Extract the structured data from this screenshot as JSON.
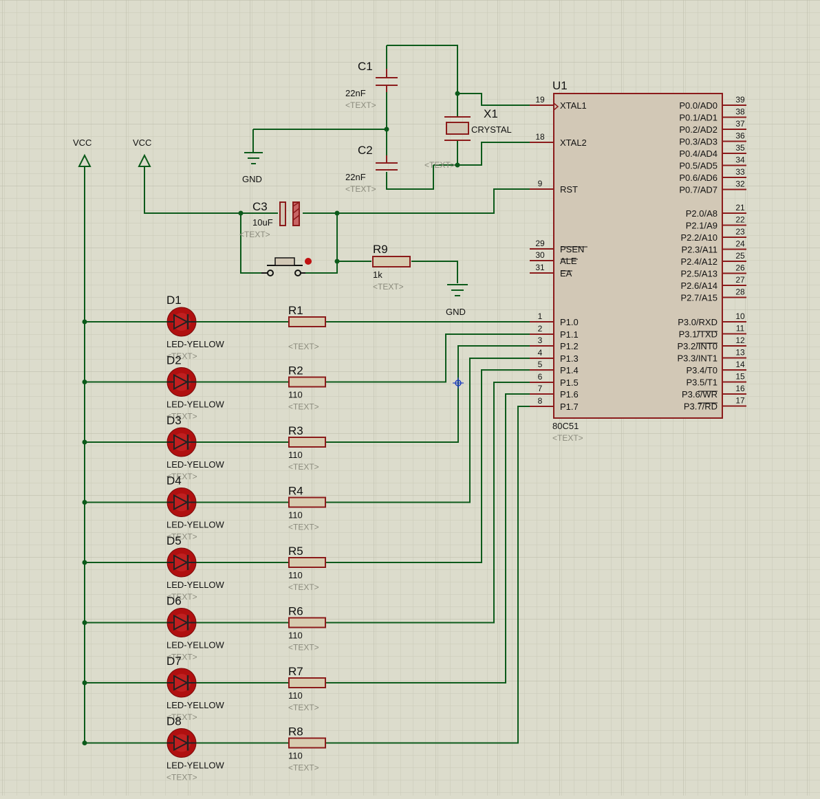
{
  "mcu": {
    "ref": "U1",
    "part": "80C51",
    "text": "<TEXT>",
    "left_pins": [
      {
        "num": "19",
        "name": "XTAL1"
      },
      {
        "num": "18",
        "name": "XTAL2"
      },
      {
        "num": "9",
        "name": "RST"
      },
      {
        "num": "29",
        "name": "PSEN"
      },
      {
        "num": "30",
        "name": "ALE"
      },
      {
        "num": "31",
        "name": "EA"
      },
      {
        "num": "1",
        "name": "P1.0"
      },
      {
        "num": "2",
        "name": "P1.1"
      },
      {
        "num": "3",
        "name": "P1.2"
      },
      {
        "num": "4",
        "name": "P1.3"
      },
      {
        "num": "5",
        "name": "P1.4"
      },
      {
        "num": "6",
        "name": "P1.5"
      },
      {
        "num": "7",
        "name": "P1.6"
      },
      {
        "num": "8",
        "name": "P1.7"
      }
    ],
    "right_pins": [
      {
        "num": "39",
        "name": "P0.0/AD0"
      },
      {
        "num": "38",
        "name": "P0.1/AD1"
      },
      {
        "num": "37",
        "name": "P0.2/AD2"
      },
      {
        "num": "36",
        "name": "P0.3/AD3"
      },
      {
        "num": "35",
        "name": "P0.4/AD4"
      },
      {
        "num": "34",
        "name": "P0.5/AD5"
      },
      {
        "num": "33",
        "name": "P0.6/AD6"
      },
      {
        "num": "32",
        "name": "P0.7/AD7"
      },
      {
        "num": "21",
        "name": "P2.0/A8"
      },
      {
        "num": "22",
        "name": "P2.1/A9"
      },
      {
        "num": "23",
        "name": "P2.2/A10"
      },
      {
        "num": "24",
        "name": "P2.3/A11"
      },
      {
        "num": "25",
        "name": "P2.4/A12"
      },
      {
        "num": "26",
        "name": "P2.5/A13"
      },
      {
        "num": "27",
        "name": "P2.6/A14"
      },
      {
        "num": "28",
        "name": "P2.7/A15"
      },
      {
        "num": "10",
        "name": "P3.0/RXD"
      },
      {
        "num": "11",
        "name": "P3.1/TXD"
      },
      {
        "num": "12",
        "name": "P3.2/INT0"
      },
      {
        "num": "13",
        "name": "P3.3/INT1"
      },
      {
        "num": "14",
        "name": "P3.4/T0"
      },
      {
        "num": "15",
        "name": "P3.5/T1"
      },
      {
        "num": "16",
        "name": "P3.6/WR"
      },
      {
        "num": "17",
        "name": "P3.7/RD"
      }
    ]
  },
  "c1": {
    "ref": "C1",
    "value": "22nF",
    "text": "<TEXT>"
  },
  "c2": {
    "ref": "C2",
    "value": "22nF",
    "text": "<TEXT>"
  },
  "c3": {
    "ref": "C3",
    "value": "10uF",
    "text": "<TEXT>"
  },
  "x1": {
    "ref": "X1",
    "value": "CRYSTAL",
    "text": "<TEXT>"
  },
  "r9": {
    "ref": "R9",
    "value": "1k",
    "text": "<TEXT>"
  },
  "gnd1": "GND",
  "gnd2": "GND",
  "vcc1": "VCC",
  "vcc2": "VCC",
  "leds": [
    {
      "ref": "D1",
      "value": "LED-YELLOW",
      "text": "<TEXT>"
    },
    {
      "ref": "D2",
      "value": "LED-YELLOW",
      "text": "<TEXT>"
    },
    {
      "ref": "D3",
      "value": "LED-YELLOW",
      "text": "<TEXT>"
    },
    {
      "ref": "D4",
      "value": "LED-YELLOW",
      "text": "<TEXT>"
    },
    {
      "ref": "D5",
      "value": "LED-YELLOW",
      "text": "<TEXT>"
    },
    {
      "ref": "D6",
      "value": "LED-YELLOW",
      "text": "<TEXT>"
    },
    {
      "ref": "D7",
      "value": "LED-YELLOW",
      "text": "<TEXT>"
    },
    {
      "ref": "D8",
      "value": "LED-YELLOW",
      "text": "<TEXT>"
    }
  ],
  "resistors": [
    {
      "ref": "R1",
      "value": "",
      "text": "<TEXT>"
    },
    {
      "ref": "R2",
      "value": "110",
      "text": "<TEXT>"
    },
    {
      "ref": "R3",
      "value": "110",
      "text": "<TEXT>"
    },
    {
      "ref": "R4",
      "value": "110",
      "text": "<TEXT>"
    },
    {
      "ref": "R5",
      "value": "110",
      "text": "<TEXT>"
    },
    {
      "ref": "R6",
      "value": "110",
      "text": "<TEXT>"
    },
    {
      "ref": "R7",
      "value": "110",
      "text": "<TEXT>"
    },
    {
      "ref": "R8",
      "value": "110",
      "text": "<TEXT>"
    }
  ],
  "colors": {
    "background": "#dcdccc",
    "grid_minor": "#c9c9b6",
    "grid_major": "#b9b9a6",
    "wire": "#0b5a1a",
    "part_outline": "#8b1a1a",
    "chip_fill": "#d2c8b6",
    "resistor_fill": "#d8ccb0",
    "led_fill": "#b01010",
    "led_dark": "#222222"
  }
}
